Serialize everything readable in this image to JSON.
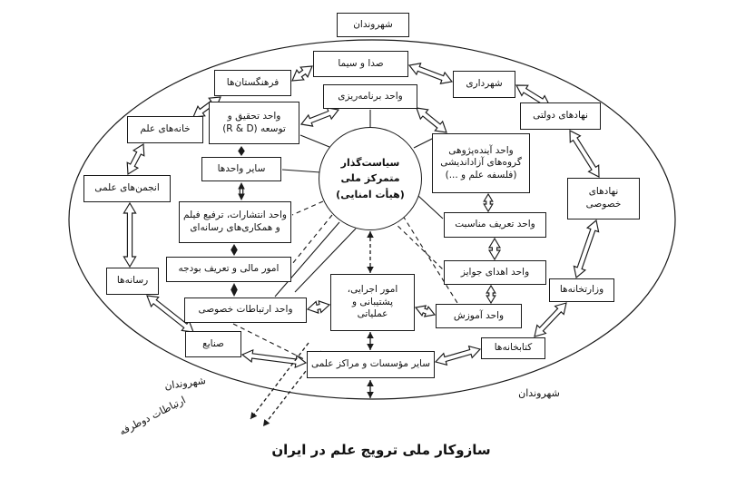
{
  "diagram": {
    "caption": "سازوکار ملی ترویج علم در ایران",
    "center_node": "سیاست‌گذار\nمتمرکز ملی\n(هیأت امنایی)",
    "outer_labels": {
      "bottom_left": "شهروندان",
      "bottom_right": "شهروندان",
      "two_way": "ارتباطات دوطرفه"
    },
    "nodes": {
      "citizens_top": "شهروندان",
      "seda_sima": "صدا و سیما",
      "farhangestanha": "فرهنگستان‌ها",
      "barnamerizi": "واحد برنامه‌ریزی",
      "tahghigh": "واحد تحقیق و\nتوسعه (R & D)",
      "khanehaye_elm": "خانه‌های علم",
      "sayer_vahedha": "سایر واحدها",
      "anjomanha": "انجمن‌های علمی",
      "entesharat": "واحد انتشارات، ترفیع فیلم\nو همکاری‌های رسانه‌ای",
      "mali": "امور مالی و تعریف بودجه",
      "resaneha": "رسانه‌ها",
      "ertebatat": "واحد ارتباطات خصوصی",
      "sanaye": "صنایع",
      "ejrayi": "امور اجرایی،\nپشتیبانی و\nعملیاتی",
      "sayer_moassesat": "سایر مؤسسات و مراکز علمی",
      "amoozesh": "واحد آموزش",
      "javayez": "واحد اهدای جوایز",
      "monasebat": "واحد تعریف مناسبت",
      "ayandeh": "واحد آینده‌پژوهی\nگروه‌های آزاداندیشی\n(فلسفه علم و ...)",
      "ketabkhaneha": "کتابخانه‌ها",
      "vezaratkhaneha": "وزارتخانه‌ها",
      "nahad_khososi": "نهادهای\nخصوصی",
      "nahad_dolati": "نهادهای دولتی",
      "shahrdari": "شهرداری"
    },
    "colors": {
      "ink": "#1a1a1a",
      "paper": "#ffffff"
    }
  }
}
